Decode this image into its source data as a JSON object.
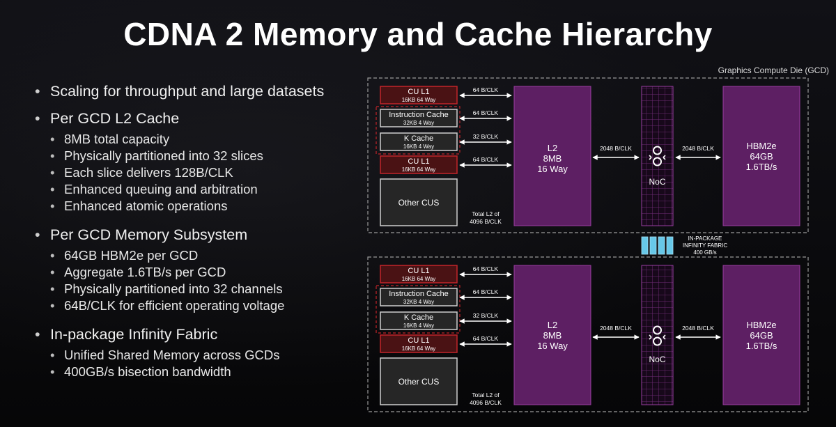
{
  "title": "CDNA 2 Memory and Cache Hierarchy",
  "bullets": {
    "b1": "Scaling for throughput and large datasets",
    "b2": "Per GCD L2 Cache",
    "b2_items": [
      "8MB total capacity",
      "Physically partitioned into 32 slices",
      "Each slice delivers 128B/CLK",
      "Enhanced queuing and arbitration",
      "Enhanced atomic operations"
    ],
    "b3": "Per GCD Memory Subsystem",
    "b3_items": [
      "64GB HBM2e per GCD",
      "Aggregate 1.6TB/s per GCD",
      "Physically partitioned into 32 channels",
      "64B/CLK for efficient operating voltage"
    ],
    "b4": "In-package Infinity Fabric",
    "b4_items": [
      "Unified Shared Memory across GCDs",
      "400GB/s bisection bandwidth"
    ]
  },
  "diagram": {
    "gcd_label": "Graphics Compute Die (GCD)",
    "cu_l1_title": "CU L1",
    "cu_l1_sub": "16KB 64 Way",
    "icache_title": "Instruction Cache",
    "icache_sub": "32KB 4 Way",
    "kcache_title": "K Cache",
    "kcache_sub": "16KB 4 Way",
    "other_cus": "Other CUS",
    "bw_64": "64 B/CLK",
    "bw_32": "32 B/CLK",
    "bw_2048": "2048 B/CLK",
    "total_l2_line1": "Total L2 of",
    "total_l2_line2": "4096 B/CLK",
    "l2_name": "L2",
    "l2_size": "8MB",
    "l2_way": "16 Way",
    "noc": "NoC",
    "hbm_name": "HBM2e",
    "hbm_size": "64GB",
    "hbm_bw": "1.6TB/s",
    "fabric_line1": "IN-PACKAGE",
    "fabric_line2": "INFINITY FABRIC",
    "fabric_line3": "400 GB/s"
  },
  "colors": {
    "cu_border": "#c2242a",
    "cu_fill": "#4a1214",
    "purple_fill": "#5d1f63",
    "purple_border": "#9a3ea2",
    "fabric": "#67c8e8"
  }
}
